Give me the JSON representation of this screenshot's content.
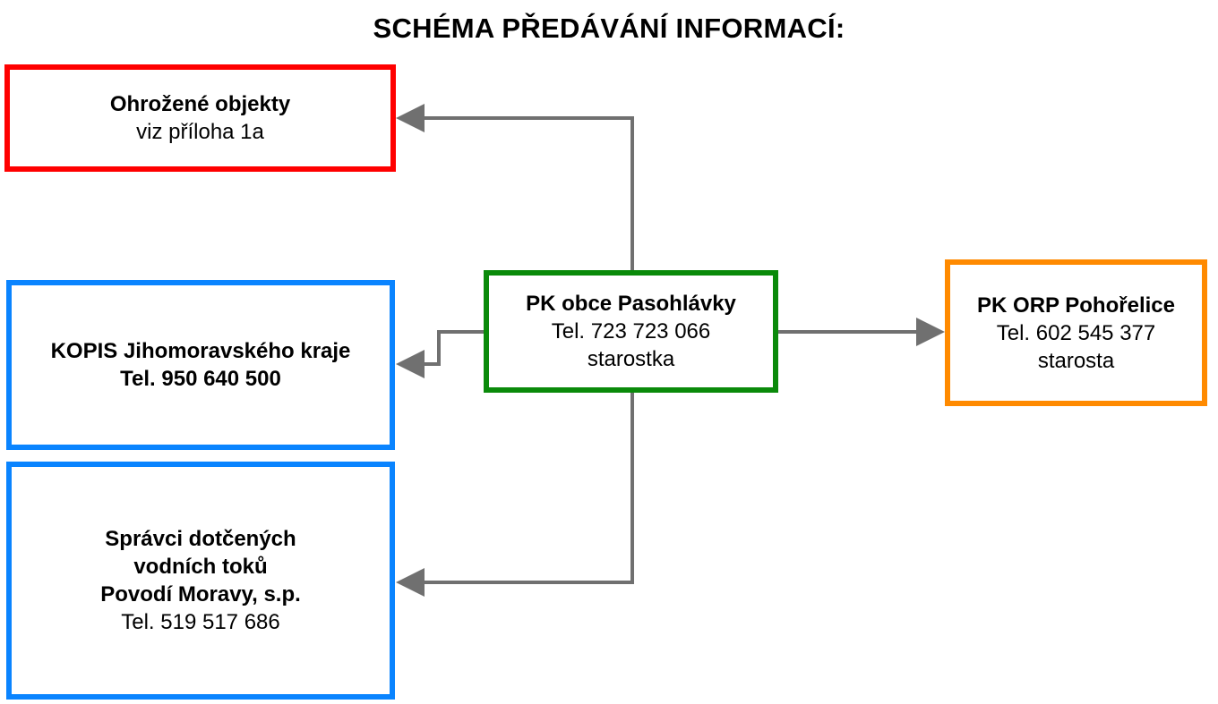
{
  "title": "SCHÉMA PŘEDÁVÁNÍ INFORMACÍ:",
  "colors": {
    "red": "#ff0000",
    "blue": "#0a84ff",
    "green": "#0a8a0a",
    "orange": "#ff8a00",
    "arrow": "#707070"
  },
  "boxes": {
    "ohrozene": {
      "line1": "Ohrožené objekty",
      "line2": "viz příloha 1a"
    },
    "kopis": {
      "line1": "KOPIS Jihomoravského kraje",
      "line2": "Tel. 950 640 500"
    },
    "spravci": {
      "line1": "Správci dotčených",
      "line2": "vodních toků",
      "line3": "Povodí Moravy, s.p.",
      "line4": "Tel. 519 517 686"
    },
    "pk_obce": {
      "line1": "PK obce Pasohlávky",
      "line2": "Tel. 723 723 066",
      "line3": "starostka"
    },
    "orp": {
      "line1": "PK ORP Pohořelice",
      "line2": "Tel. 602 545 377",
      "line3": "starosta"
    }
  }
}
